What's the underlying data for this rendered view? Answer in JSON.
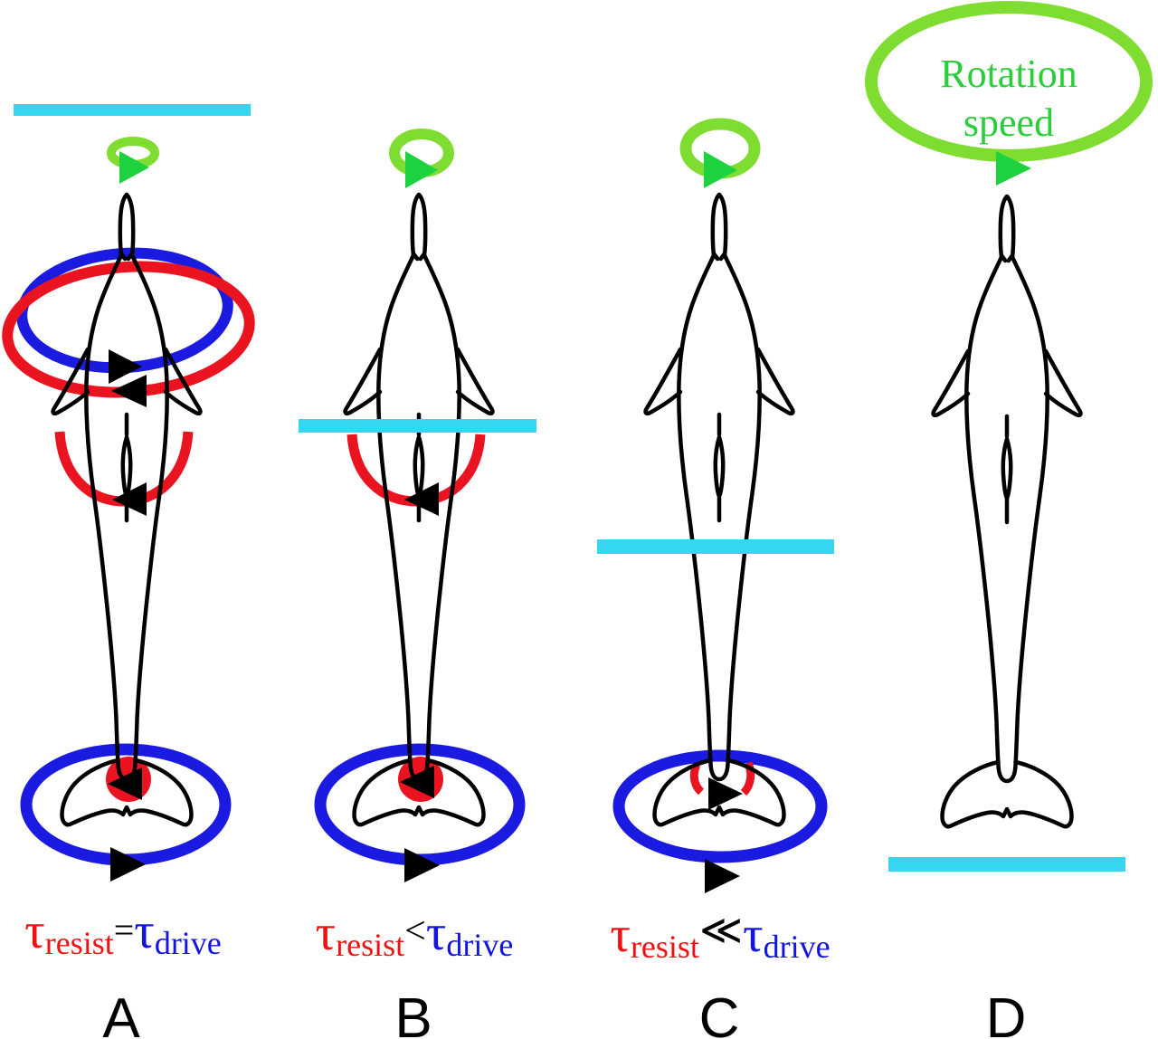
{
  "figure": {
    "description": "Four-panel dolphin rotation torque diagram",
    "panels": [
      {
        "letter": "A",
        "equation": {
          "lhs": "τ",
          "lhs_sub": "resist",
          "op": "=",
          "rhs": "τ",
          "rhs_sub": "drive"
        }
      },
      {
        "letter": "B",
        "equation": {
          "lhs": "τ",
          "lhs_sub": "resist",
          "op": "<",
          "rhs": "τ",
          "rhs_sub": "drive"
        }
      },
      {
        "letter": "C",
        "equation": {
          "lhs": "τ",
          "lhs_sub": "resist",
          "op": "≪",
          "rhs": "τ",
          "rhs_sub": "drive"
        }
      },
      {
        "letter": "D",
        "rotation_label_line1": "Rotation",
        "rotation_label_line2": "speed"
      }
    ],
    "colors": {
      "water_bar": "#35d6f0",
      "ring_green": "#7fdd31",
      "arrow_green": "#1ed13e",
      "label_green": "#2bcd3b",
      "drive_blue": "#1a1ae0",
      "resist_red": "#ea1420",
      "eq_red": "#f01212",
      "eq_blue": "#1414e0",
      "outline_black": "#000000"
    }
  }
}
